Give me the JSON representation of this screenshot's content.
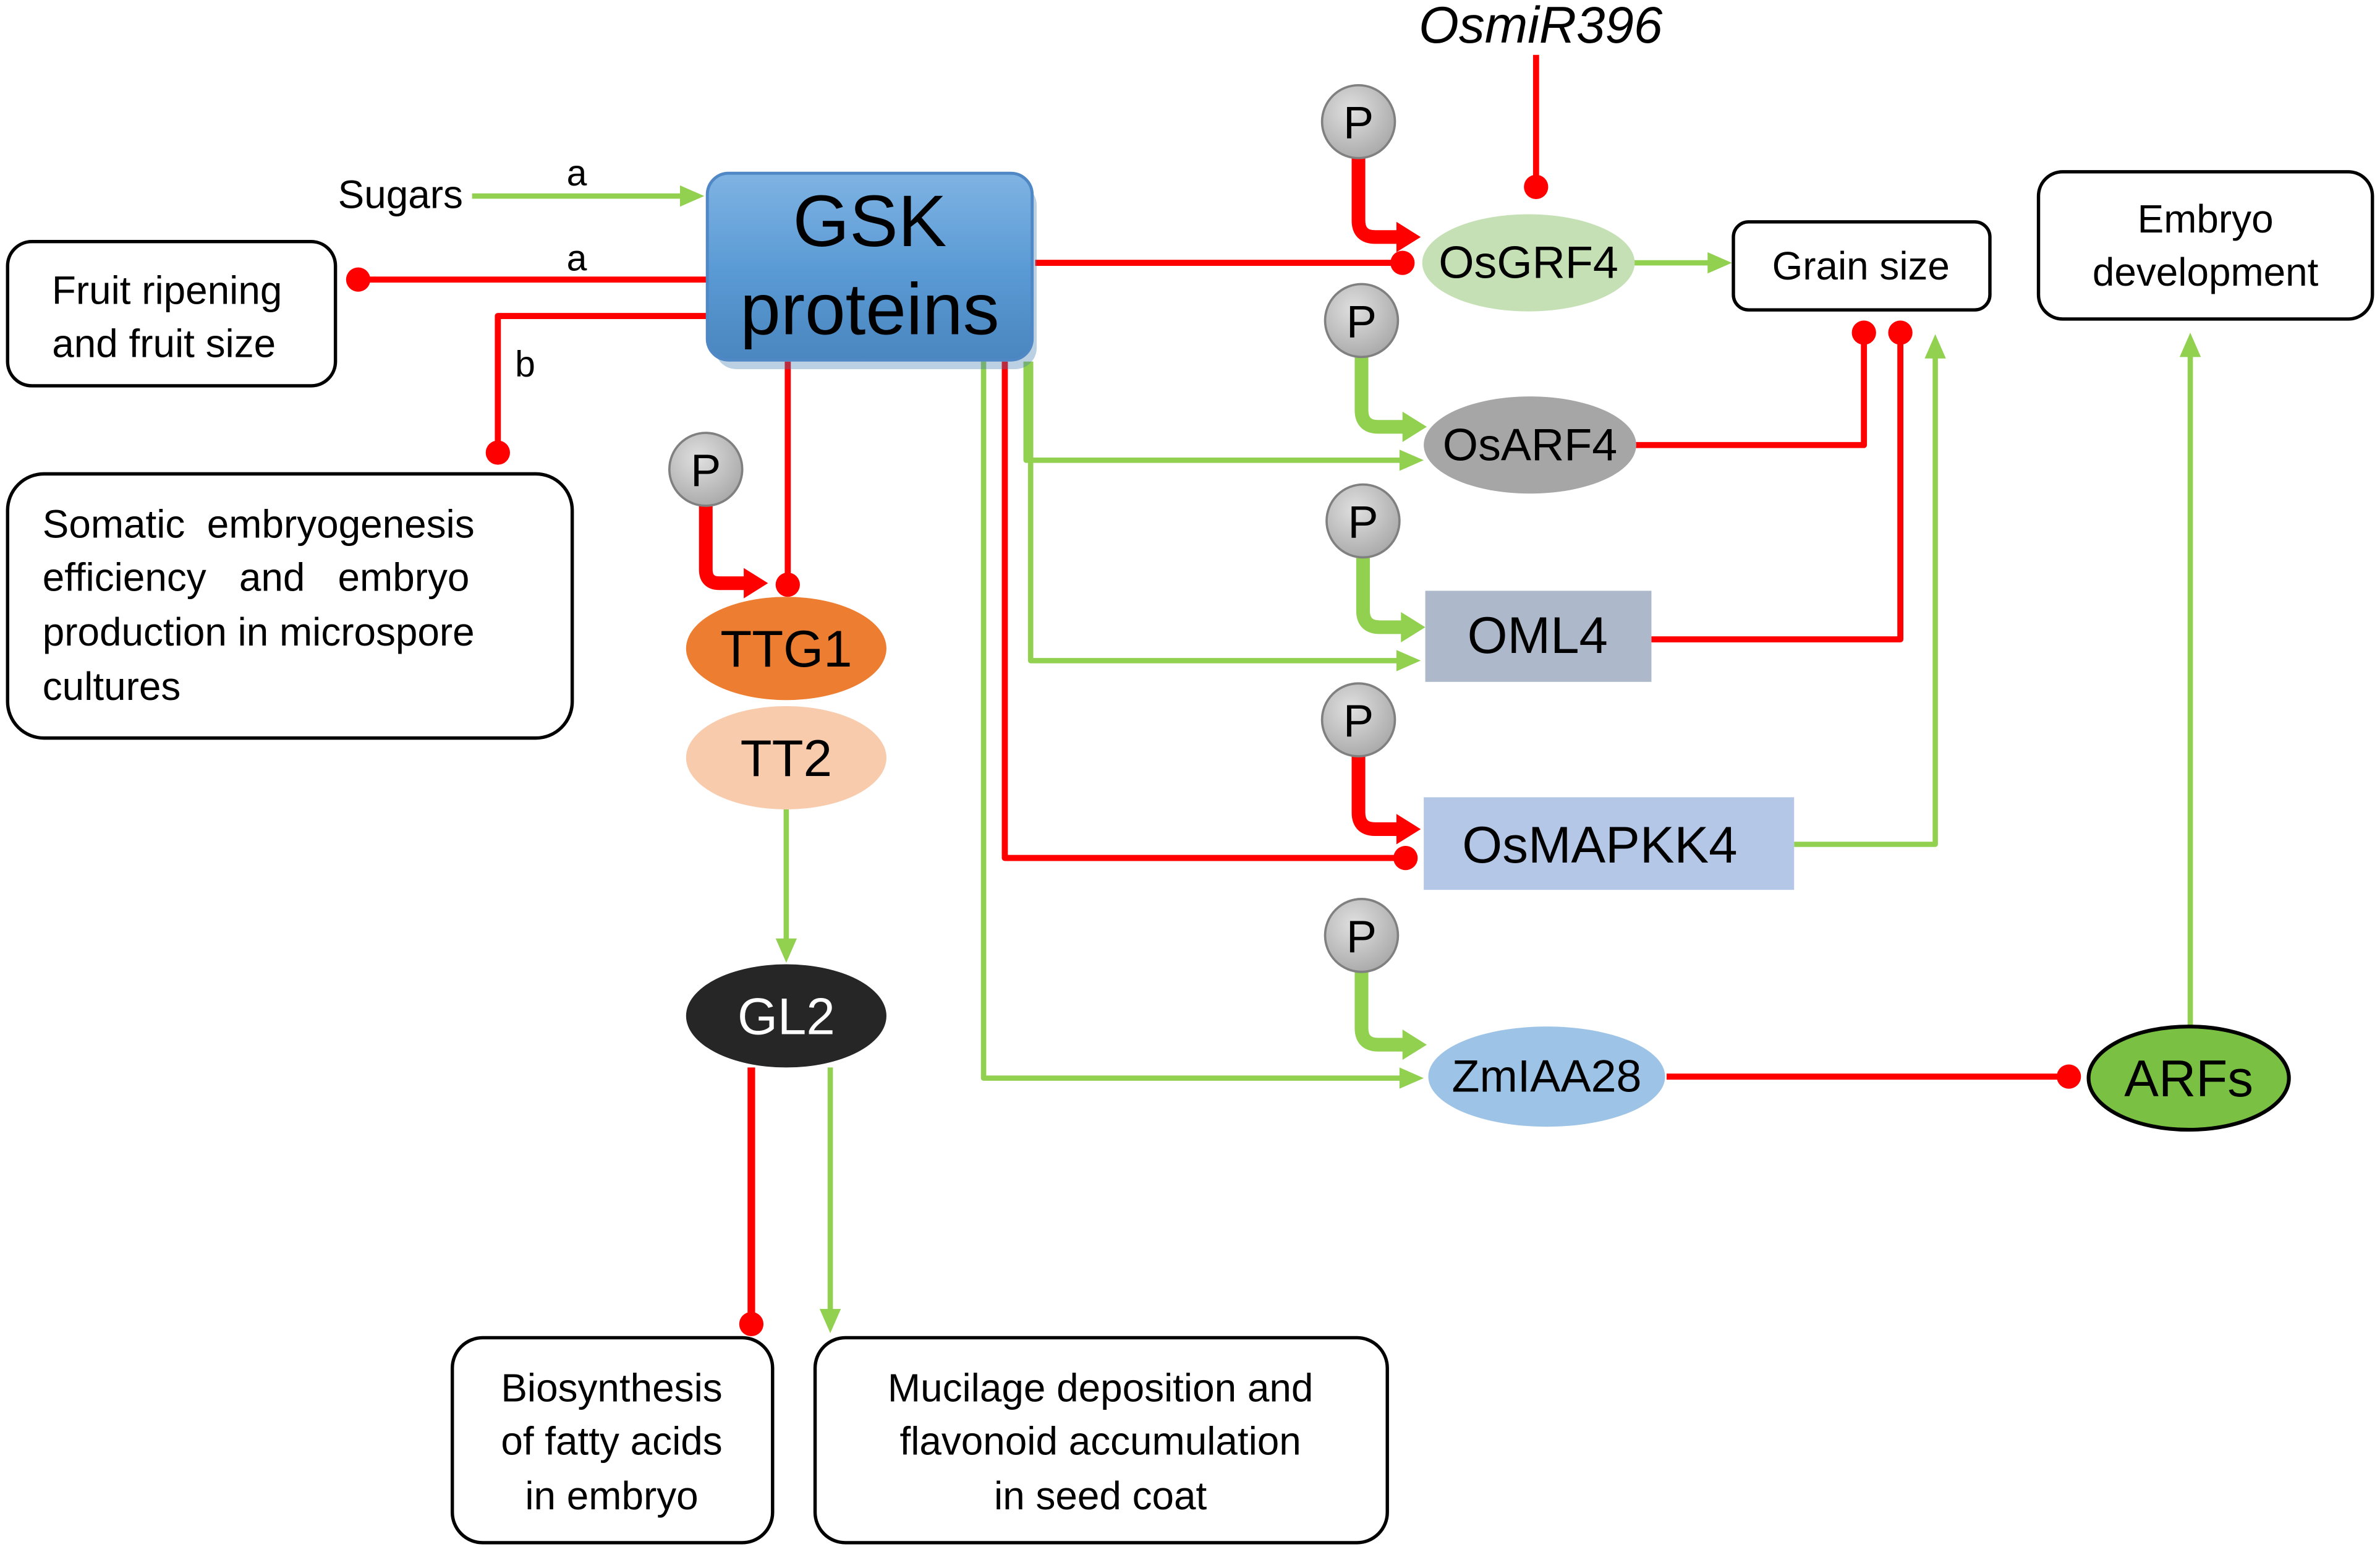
{
  "regulator": {
    "line1": "GSK",
    "line2": "proteins"
  },
  "sugars": "Sugars",
  "edge_labels": {
    "sugars_link": "a",
    "fruit_link": "a",
    "somatic_link": "b"
  },
  "mirna": "OsmiR396",
  "phospho": "P",
  "targets": {
    "grf4": "OsGRF4",
    "arf4": "OsARF4",
    "oml4": "OML4",
    "mapkk4": "OsMAPKK4",
    "iaa28": "ZmIAA28",
    "arfs": "ARFs",
    "ttg1": "TTG1",
    "tt2": "TT2",
    "gl2": "GL2"
  },
  "outcomes": {
    "fruit": [
      "Fruit ripening",
      "and fruit size"
    ],
    "somatic": [
      "Somatic  embryogenesis",
      "efficiency   and   embryo",
      "production in microspore",
      "cultures"
    ],
    "grain": "Grain size",
    "embryo": [
      "Embryo",
      "development"
    ],
    "fatty": [
      "Biosynthesis",
      "of fatty acids",
      "in embryo"
    ],
    "mucilage": [
      "Mucilage deposition and",
      "flavonoid accumulation",
      "in seed coat"
    ]
  },
  "colors": {
    "activation": "#92d050",
    "inhibition": "#ff0000",
    "gsk_fill": "#5b9bd5",
    "phospho_fill": "#bfbfbf",
    "grf4_fill": "#c5e0b4",
    "arf4_fill": "#a6a6a6",
    "oml4_fill": "#adb9ca",
    "mapkk4_fill": "#b4c7e7",
    "iaa28_fill": "#9dc3e6",
    "arfs_fill": "#7ac143",
    "ttg1_fill": "#ed7d31",
    "tt2_fill": "#f8cbad",
    "gl2_fill": "#262626"
  },
  "legend_semantics": {
    "green_arrow": "activation",
    "red_bar": "inhibition"
  }
}
